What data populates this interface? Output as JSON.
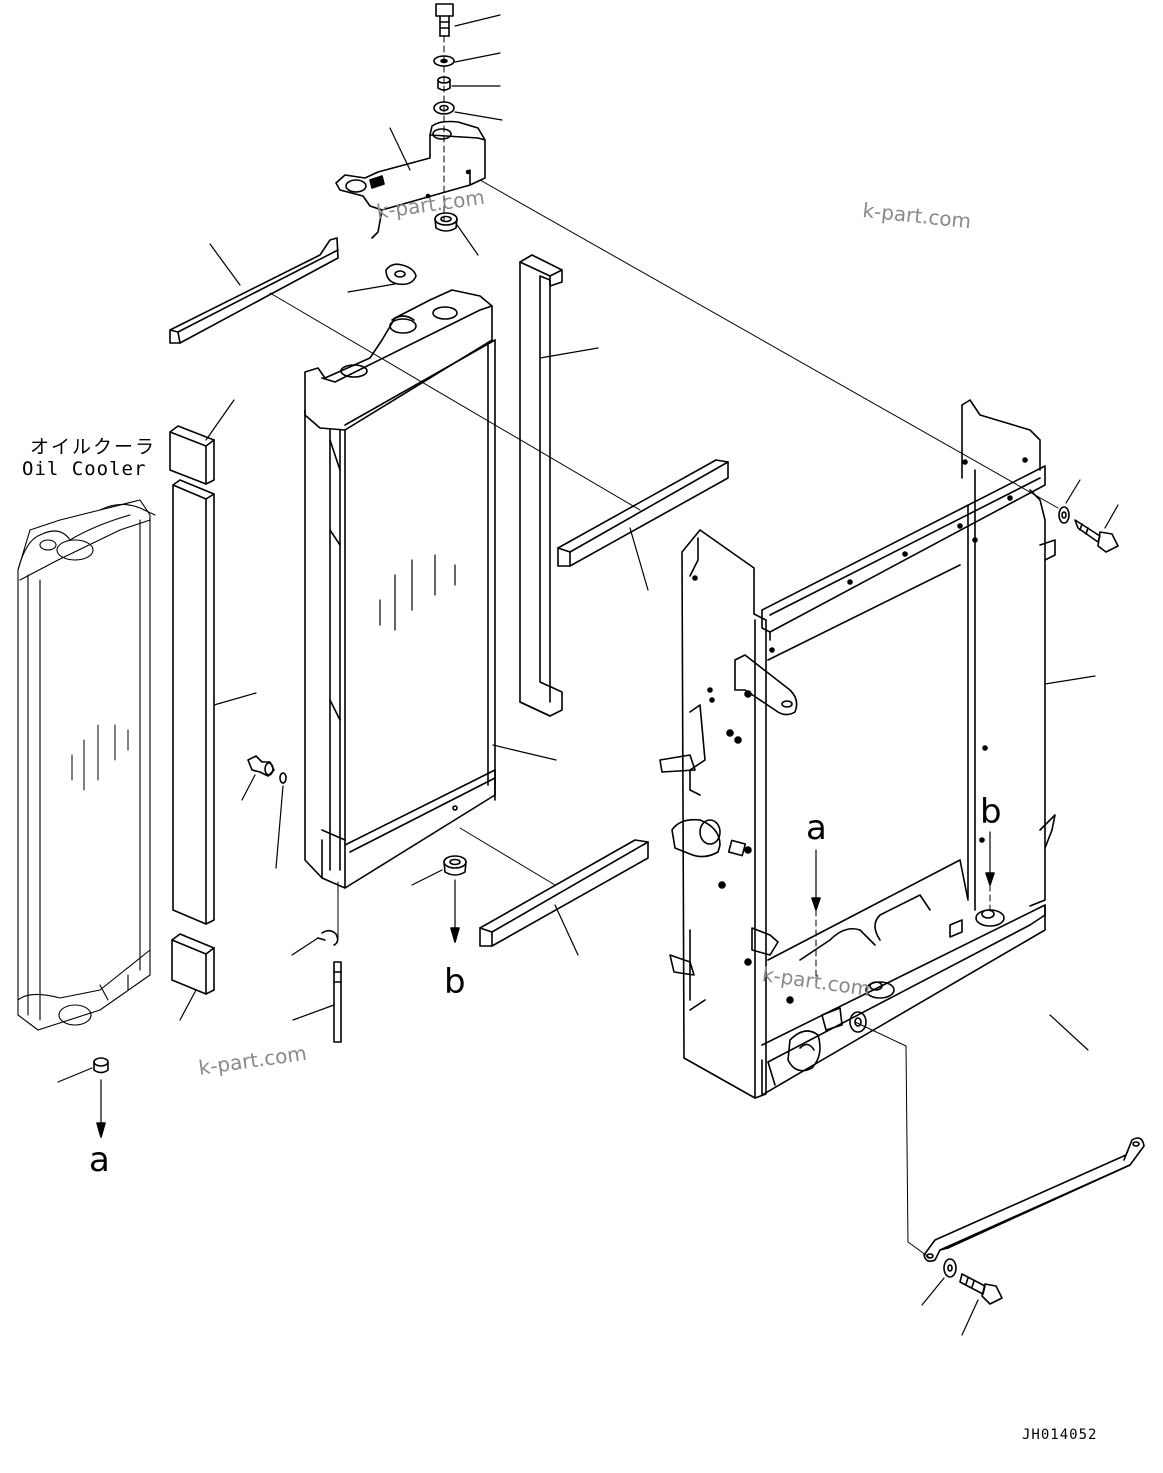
{
  "labels": {
    "oil_cooler_jp": "オイルクーラ",
    "oil_cooler_en": "Oil Cooler"
  },
  "refs": {
    "a": "a",
    "b": "b"
  },
  "watermark": "k-part.com",
  "drawing_code": "JH014052",
  "colors": {
    "line": "#000000",
    "watermark": "#8a8a8a",
    "background": "#ffffff"
  }
}
